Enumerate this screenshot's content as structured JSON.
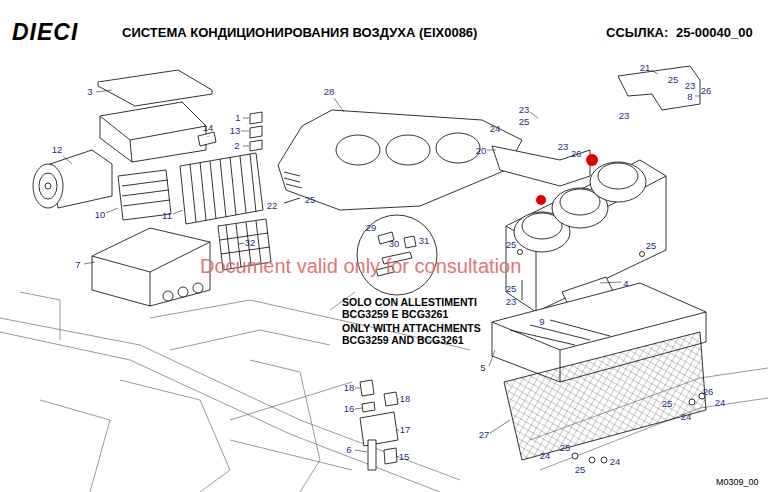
{
  "diagram": {
    "title": "СИСТЕМА КОНДИЦИОНИРОВАНИЯ ВОЗДУХА (EIX0086)",
    "labels": [
      "DIECI",
      "ССЫЛКА:",
      "25-00040_00",
      "3",
      "12",
      "14",
      "1",
      "13",
      "2",
      "10",
      "11",
      "32",
      "7",
      "28",
      "25",
      "22",
      "29",
      "30",
      "31",
      "23",
      "25",
      "24",
      "20",
      "23",
      "26",
      "21",
      "25",
      "23",
      "8",
      "26",
      "23",
      "25",
      "25",
      "4",
      "25",
      "23",
      "9",
      "5",
      "27",
      "26",
      "24",
      "25",
      "24",
      "24",
      "25",
      "25",
      "24",
      "18",
      "18",
      "16",
      "17",
      "6",
      "15",
      "SOLO CON ALLESTIMENTI BCG3259 E BCG3261",
      "ONLY WITH ATTACHMENTS BCG3259 AND BCG3261",
      "Document valid only for consultation",
      "M0309_00"
    ]
  }
}
